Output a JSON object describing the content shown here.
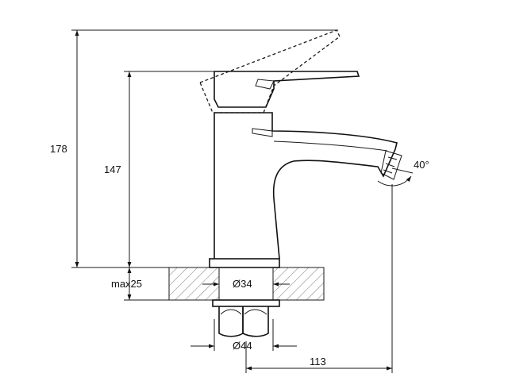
{
  "dimensions": {
    "total_height": "178",
    "spout_height": "147",
    "deck_max": "max25",
    "hole_diameter": "Ø34",
    "nut_diameter": "Ø44",
    "reach": "113",
    "spout_angle": "40°"
  }
}
